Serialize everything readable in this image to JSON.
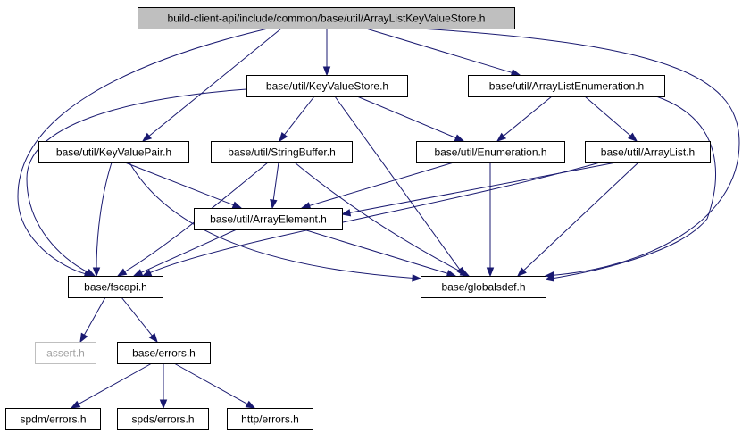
{
  "diagram": {
    "type": "include-dependency-graph",
    "colors": {
      "edge": "#191970",
      "node_border": "#000000",
      "root_fill": "#bfbfbf",
      "external_border": "#bfbfbf",
      "external_text": "#a0a0a0"
    },
    "nodes": [
      {
        "id": "root",
        "label": "build-client-api/include/common/base/util/ArrayListKeyValueStore.h",
        "kind": "root"
      },
      {
        "id": "kvstore",
        "label": "base/util/KeyValueStore.h",
        "kind": "normal"
      },
      {
        "id": "alenum",
        "label": "base/util/ArrayListEnumeration.h",
        "kind": "normal"
      },
      {
        "id": "kvpair",
        "label": "base/util/KeyValuePair.h",
        "kind": "normal"
      },
      {
        "id": "strbuf",
        "label": "base/util/StringBuffer.h",
        "kind": "normal"
      },
      {
        "id": "enumh",
        "label": "base/util/Enumeration.h",
        "kind": "normal"
      },
      {
        "id": "alist",
        "label": "base/util/ArrayList.h",
        "kind": "normal"
      },
      {
        "id": "aelem",
        "label": "base/util/ArrayElement.h",
        "kind": "normal"
      },
      {
        "id": "fscapi",
        "label": "base/fscapi.h",
        "kind": "normal"
      },
      {
        "id": "globals",
        "label": "base/globalsdef.h",
        "kind": "normal"
      },
      {
        "id": "assert",
        "label": "assert.h",
        "kind": "external"
      },
      {
        "id": "errors",
        "label": "base/errors.h",
        "kind": "normal"
      },
      {
        "id": "spdm",
        "label": "spdm/errors.h",
        "kind": "normal"
      },
      {
        "id": "spds",
        "label": "spds/errors.h",
        "kind": "normal"
      },
      {
        "id": "http",
        "label": "http/errors.h",
        "kind": "normal"
      }
    ],
    "edges": [
      [
        "root",
        "kvstore"
      ],
      [
        "root",
        "alenum"
      ],
      [
        "root",
        "kvpair"
      ],
      [
        "root",
        "fscapi"
      ],
      [
        "root",
        "globals"
      ],
      [
        "kvstore",
        "strbuf"
      ],
      [
        "kvstore",
        "enumh"
      ],
      [
        "kvstore",
        "fscapi"
      ],
      [
        "kvstore",
        "globals"
      ],
      [
        "alenum",
        "enumh"
      ],
      [
        "alenum",
        "alist"
      ],
      [
        "alenum",
        "globals"
      ],
      [
        "kvpair",
        "aelem"
      ],
      [
        "kvpair",
        "fscapi"
      ],
      [
        "kvpair",
        "globals"
      ],
      [
        "strbuf",
        "aelem"
      ],
      [
        "strbuf",
        "fscapi"
      ],
      [
        "strbuf",
        "globals"
      ],
      [
        "enumh",
        "aelem"
      ],
      [
        "enumh",
        "globals"
      ],
      [
        "alist",
        "aelem"
      ],
      [
        "alist",
        "fscapi"
      ],
      [
        "alist",
        "globals"
      ],
      [
        "aelem",
        "fscapi"
      ],
      [
        "aelem",
        "globals"
      ],
      [
        "fscapi",
        "assert"
      ],
      [
        "fscapi",
        "errors"
      ],
      [
        "errors",
        "spdm"
      ],
      [
        "errors",
        "spds"
      ],
      [
        "errors",
        "http"
      ]
    ]
  }
}
